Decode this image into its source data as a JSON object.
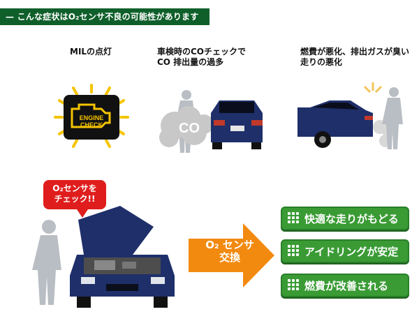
{
  "header": {
    "title": "— こんな症状はO₂センサ不良の可能性があります"
  },
  "symptoms": [
    {
      "label_line1": "MILの点灯",
      "label_line2": ""
    },
    {
      "label_line1": "車検時のCOチェックで",
      "label_line2": "CO 排出量の過多"
    },
    {
      "label_line1": "燃費が悪化、排出ガスが臭い",
      "label_line2": "走りの悪化"
    }
  ],
  "engine_check_sign": {
    "line1": "ENGINE",
    "line2": "CHECK"
  },
  "co_cloud_text": "CO",
  "callout": {
    "line1": "O₂センサを",
    "line2": "チェック!!"
  },
  "arrow": {
    "line1": "O₂ センサ",
    "line2": "交換"
  },
  "benefits": [
    {
      "label": "快適な走りがもどる"
    },
    {
      "label": "アイドリングが安定"
    },
    {
      "label": "燃費が改善される"
    }
  ],
  "colors": {
    "banner": "#0f5f2a",
    "callout": "#e01d1d",
    "arrow": "#f28a10",
    "benefit": "#3a9b35",
    "car": "#1e2f6a"
  }
}
